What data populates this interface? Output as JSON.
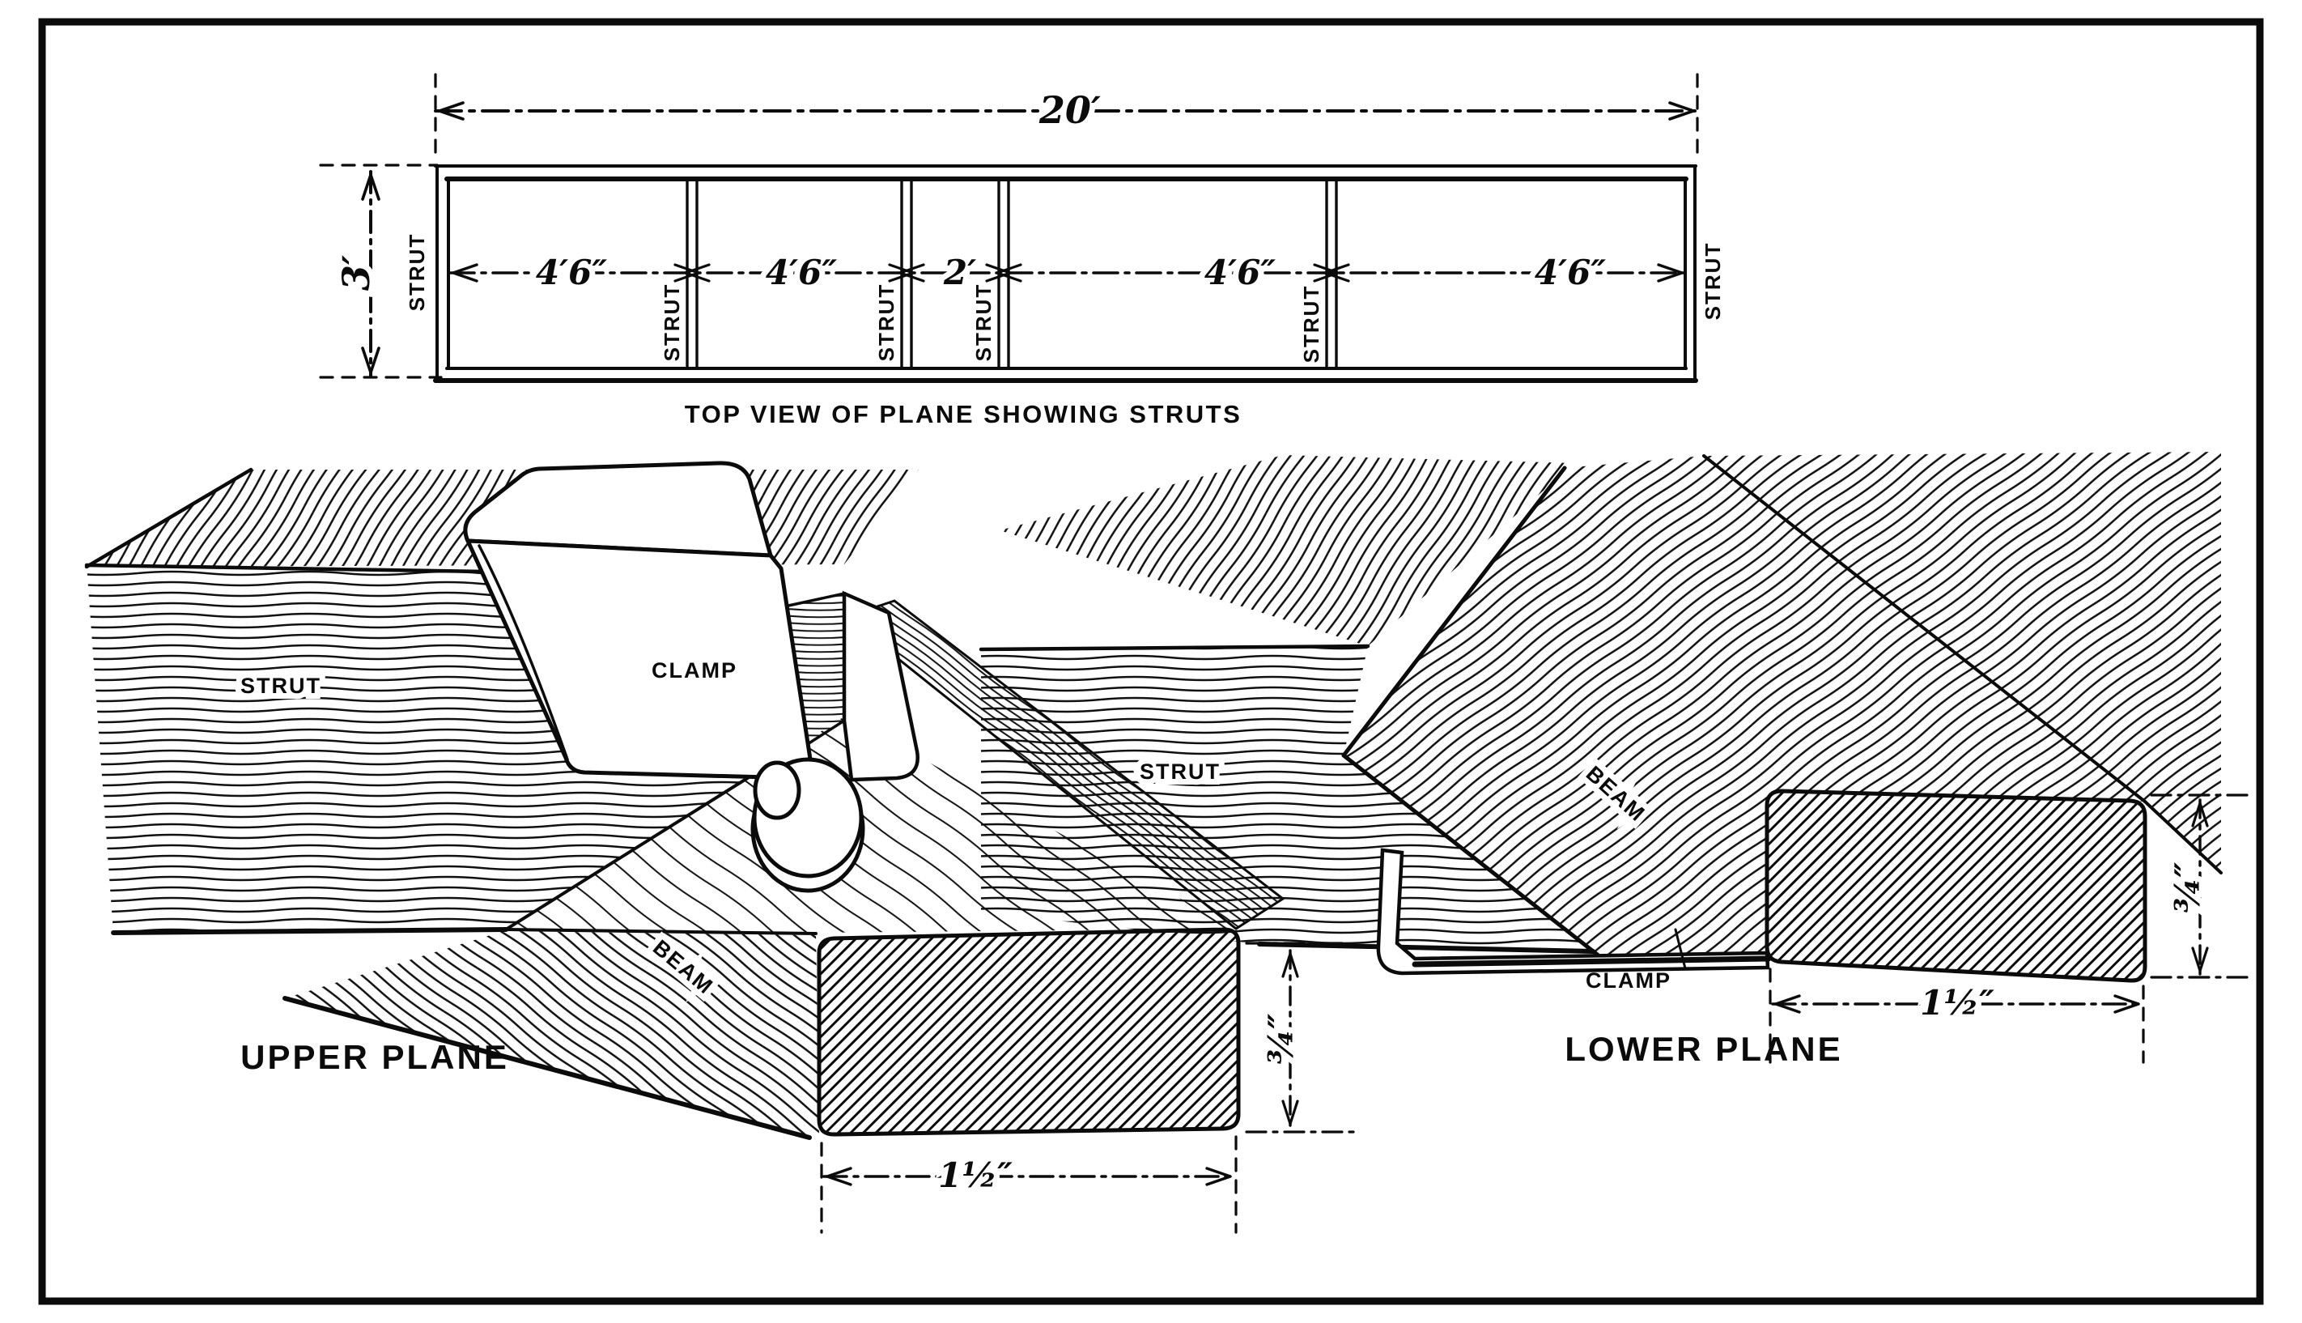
{
  "figure": {
    "background": "#ffffff",
    "ink": "#0b0b0b",
    "description": "Engineering figure: top view of biplane wing frame with struts, and perspective details of strut-to-beam clamp joints on upper and lower planes"
  },
  "top_view": {
    "caption": "TOP VIEW OF PLANE SHOWING STRUTS",
    "span_label": "20′",
    "chord_label": "3′",
    "strut_label": "STRUT",
    "bays": [
      "4′6″",
      "4′6″",
      "2′",
      "4′6″",
      "4′6″"
    ]
  },
  "upper_plane": {
    "title": "UPPER PLANE",
    "strut_label": "STRUT",
    "clamp_label": "CLAMP",
    "beam_label": "BEAM",
    "beam_width_label": "1½″",
    "beam_depth_label": "¾″"
  },
  "lower_plane": {
    "title": "LOWER PLANE",
    "strut_label": "STRUT",
    "clamp_label": "CLAMP",
    "beam_label": "BEAM",
    "beam_width_label": "1½″",
    "beam_depth_label": "¾″"
  }
}
